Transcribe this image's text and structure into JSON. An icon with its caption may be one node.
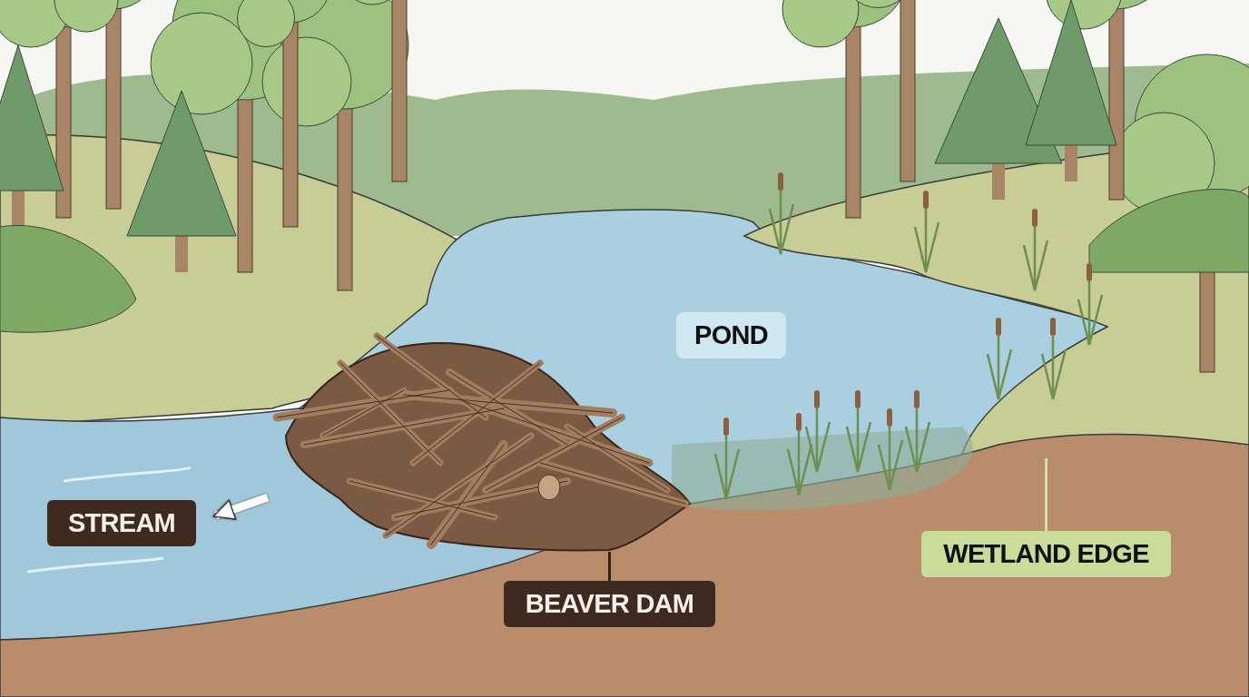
{
  "diagram": {
    "nodes": [
      {
        "text": [
          "POND"
        ]
      },
      {
        "text": [
          "STREAM"
        ]
      },
      {
        "text": [],
        "shape": "picture"
      },
      {
        "text": [
          "BEAVER DAM"
        ]
      },
      {
        "text": [
          "WETLAND EDGE"
        ]
      }
    ],
    "edges": [
      {
        "from": 3,
        "to": 2,
        "arrow": "none",
        "color": "#3a2418"
      },
      {
        "from": 4,
        "to": null,
        "arrow": "none",
        "color": "#d6dfa4"
      },
      {
        "from": 2,
        "to": 1,
        "arrow": "to",
        "style": "thick",
        "color": "#ffffff"
      }
    ]
  }
}
